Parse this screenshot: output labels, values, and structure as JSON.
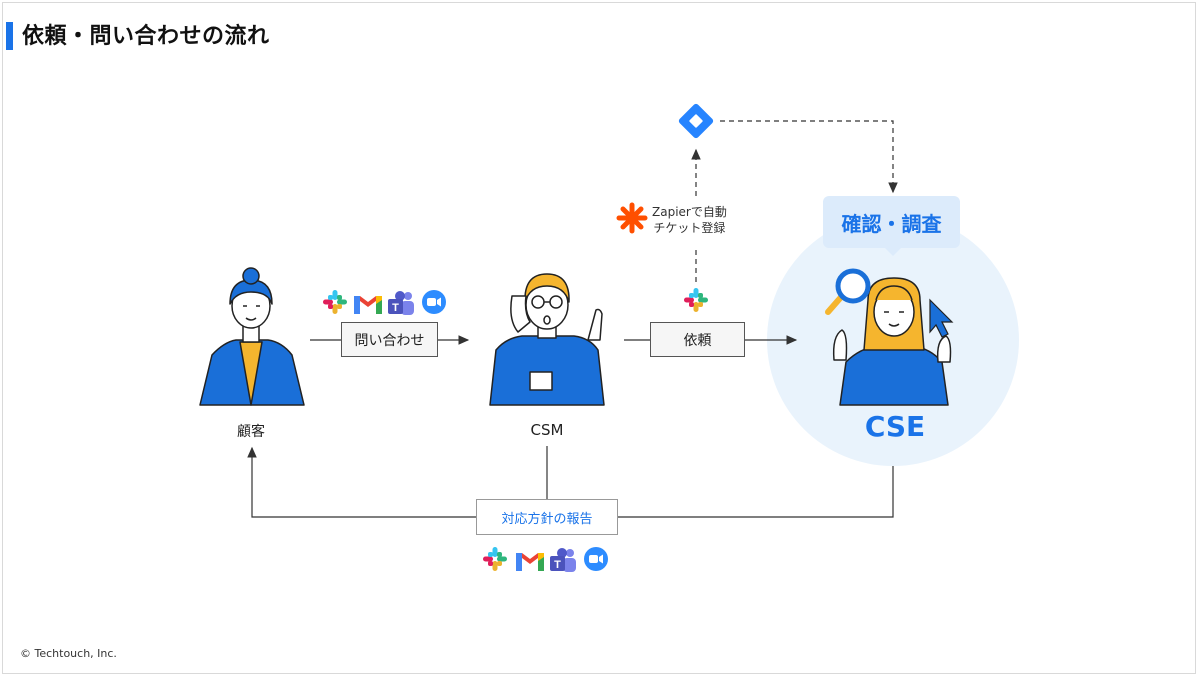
{
  "page": {
    "title": "依頼・問い合わせの流れ",
    "footer": "© Techtouch, Inc."
  },
  "diagram": {
    "nodes": {
      "customer": "顧客",
      "csm": "CSM",
      "cse": "CSE"
    },
    "edges": {
      "inquiry": "問い合わせ",
      "request": "依頼",
      "report": "対応方針の報告"
    },
    "callouts": {
      "confirm": "確認・調査",
      "zapier_line1": "Zapierで自動",
      "zapier_line2": "チケット登録"
    },
    "colors": {
      "accent": "#1a73e8",
      "circle_bg": "#e9f3fc",
      "confirm_bg": "#dcebfb",
      "zapier": "#ff4f00",
      "jira": "#2684ff"
    },
    "icons": [
      "slack-icon",
      "gmail-icon",
      "teams-icon",
      "zoom-icon",
      "zapier-icon",
      "jira-icon"
    ]
  }
}
